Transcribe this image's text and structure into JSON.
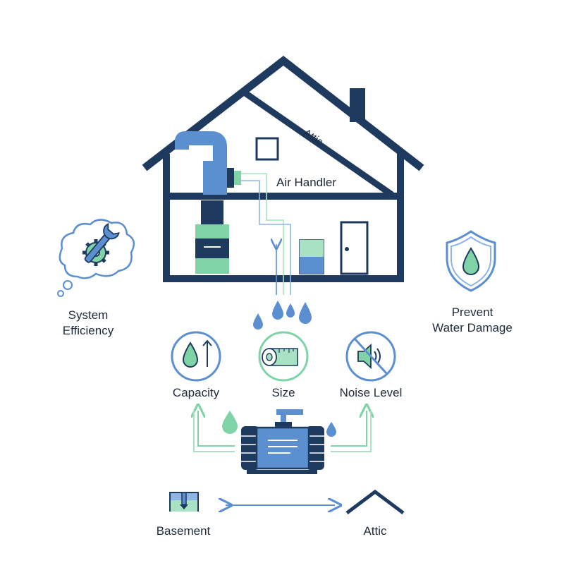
{
  "labels": {
    "attic_roof": "Attic",
    "air_handler": "Air Handler",
    "system_efficiency_line1": "System",
    "system_efficiency_line2": "Efficiency",
    "prevent_line1": "Prevent",
    "prevent_line2": "Water Damage",
    "capacity": "Capacity",
    "size": "Size",
    "noise_level": "Noise Level",
    "basement": "Basement",
    "attic_bottom": "Attic"
  },
  "colors": {
    "navy": "#1f3a5f",
    "blue": "#5b8fd0",
    "light_blue": "#8fb5e6",
    "green": "#7fd3a7",
    "light_green": "#a8e2c3",
    "text": "#1f2a3a"
  },
  "icons": [
    "chimney-icon",
    "window-icon",
    "door-icon",
    "furnace-icon",
    "water-heater-icon",
    "duct-icon",
    "wrench-gear-cloud-icon",
    "water-shield-icon",
    "water-drop-icon",
    "drop-arrow-icon",
    "measuring-tape-icon",
    "muted-speaker-icon",
    "condensate-pump-icon",
    "basement-icon",
    "attic-roof-icon",
    "double-arrow-icon"
  ]
}
